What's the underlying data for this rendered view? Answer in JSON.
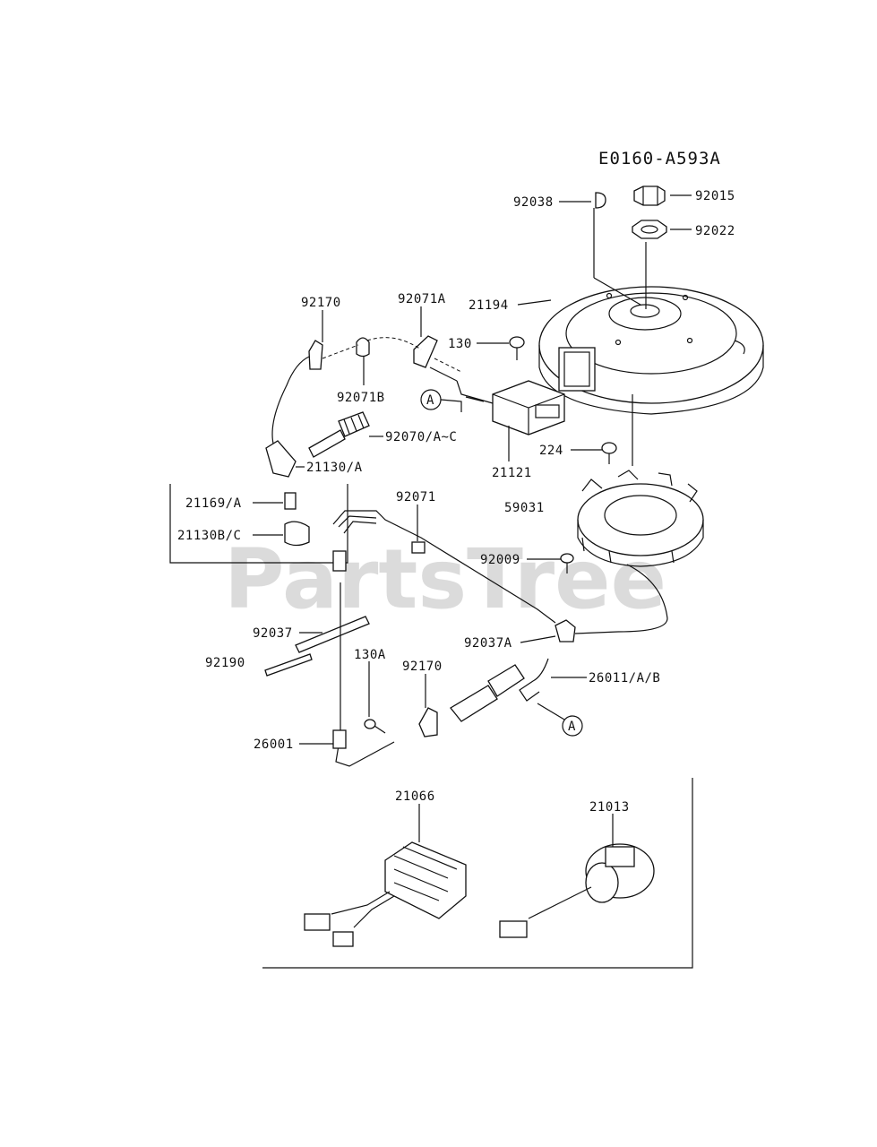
{
  "diagram_code": "E0160-A593A",
  "watermark": "PartsTree",
  "callout_marker": "A",
  "part_labels": {
    "p92038": "92038",
    "p92015": "92015",
    "p92022": "92022",
    "p21194": "21194",
    "p92170a": "92170",
    "p92071A": "92071A",
    "p130": "130",
    "p92071B": "92071B",
    "p92070": "92070/A~C",
    "p21121": "21121",
    "p21130A": "21130/A",
    "p224": "224",
    "p21169": "21169/A",
    "p21130BC": "21130B/C",
    "p92071": "92071",
    "p59031": "59031",
    "p92009": "92009",
    "p92037": "92037",
    "p92037A": "92037A",
    "p92190": "92190",
    "p130A": "130A",
    "p92170b": "92170",
    "p26011": "26011/A/B",
    "p26001": "26001",
    "p21066": "21066",
    "p21013": "21013"
  }
}
